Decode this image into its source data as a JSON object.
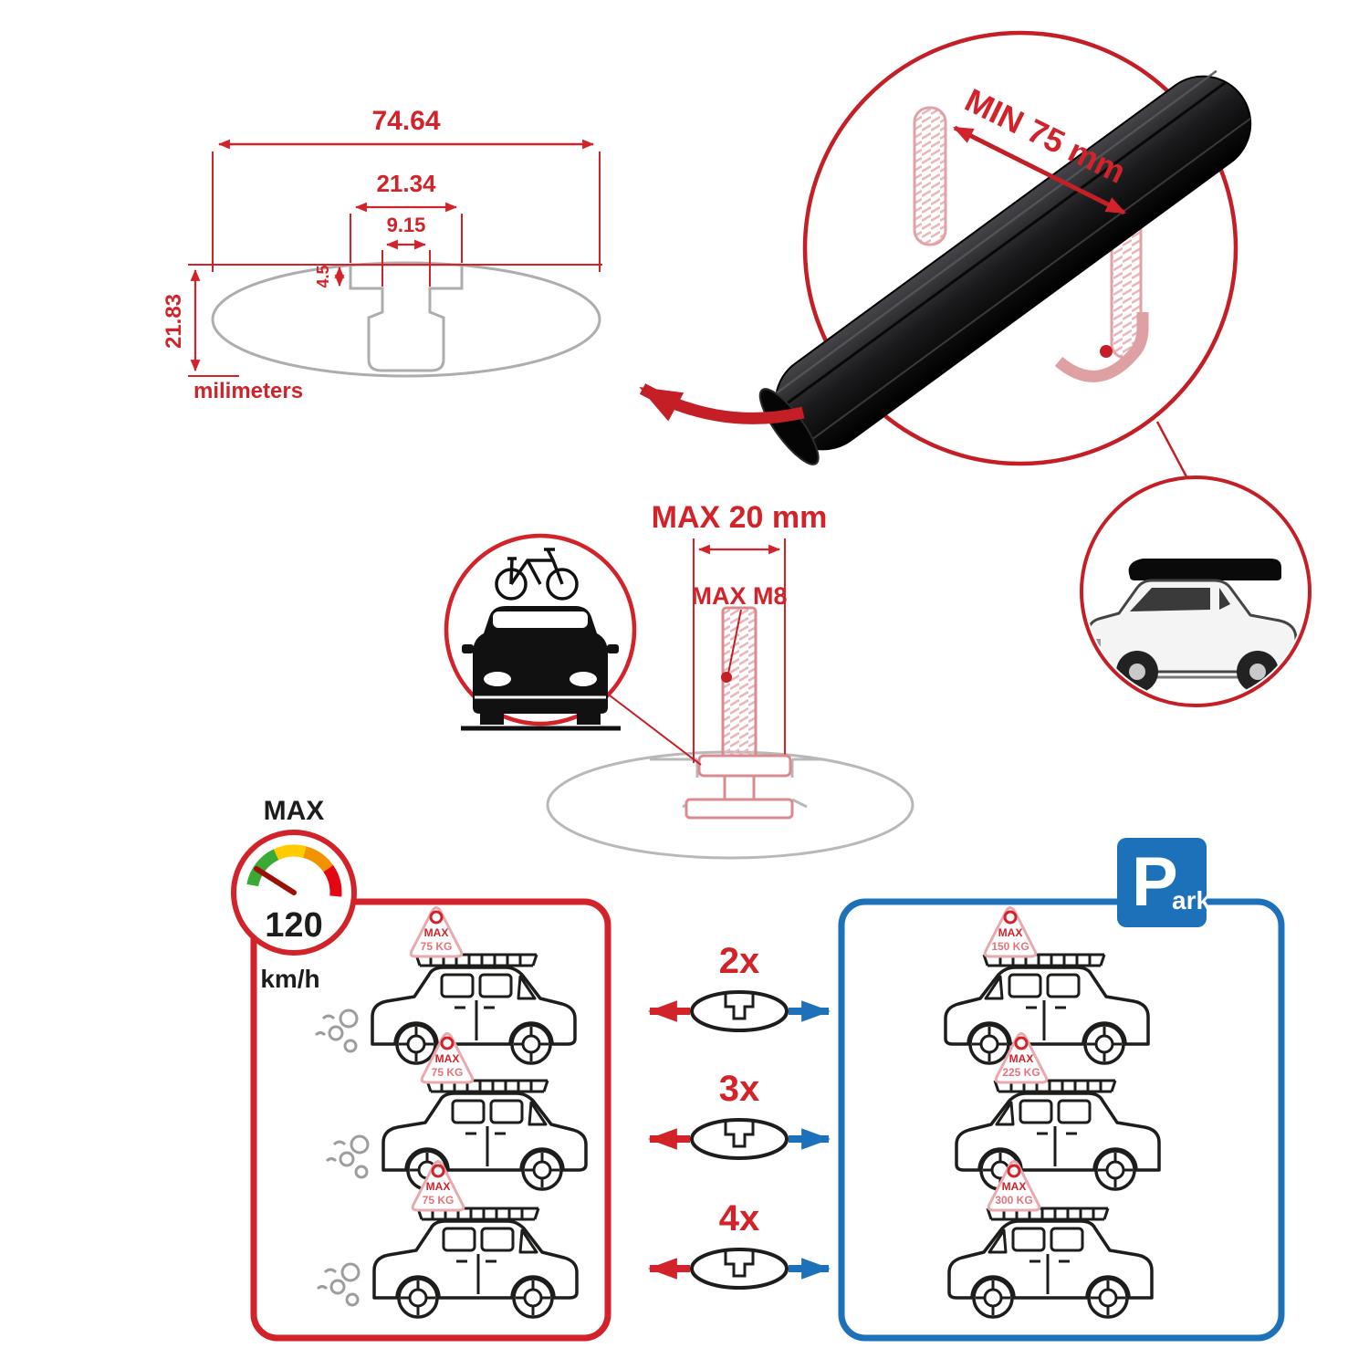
{
  "colors": {
    "red": "#d2232a",
    "blue": "#1d71b8",
    "pink": "#e9a9ad",
    "gray": "#adadad",
    "black": "#1d1d1b"
  },
  "dimension_diagram": {
    "total_width": "74.64",
    "slot_outer_width": "21.34",
    "slot_inner_width": "9.15",
    "lip_depth": "4.5",
    "total_height": "21.83",
    "units": "milimeters"
  },
  "crossbar_view": {
    "min_clamp_span": "MIN 75 mm"
  },
  "bolt_view": {
    "max_length": "MAX 20 mm",
    "max_thread": "MAX M8"
  },
  "speed_limit": {
    "label": "MAX",
    "value": "120",
    "unit": "km/h"
  },
  "driving_zone": {
    "cars": [
      {
        "tag_label": "MAX",
        "tag_value": "75 KG"
      },
      {
        "tag_label": "MAX",
        "tag_value": "75 KG"
      },
      {
        "tag_label": "MAX",
        "tag_value": "75 KG"
      }
    ]
  },
  "bar_options": {
    "multipliers": [
      "2x",
      "3x",
      "4x"
    ]
  },
  "parking_zone": {
    "sign_main": "P",
    "sign_rest": "ark",
    "cars": [
      {
        "tag_label": "MAX",
        "tag_value": "150 KG"
      },
      {
        "tag_label": "MAX",
        "tag_value": "225 KG"
      },
      {
        "tag_label": "MAX",
        "tag_value": "300 KG"
      }
    ]
  }
}
